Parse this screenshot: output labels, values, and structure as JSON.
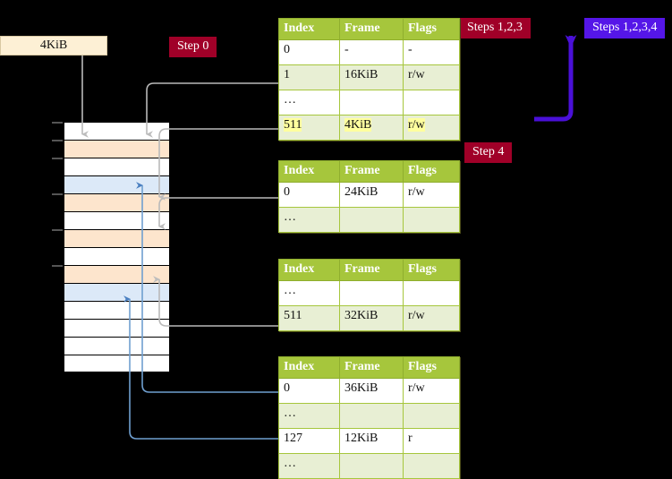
{
  "diagram": {
    "title": "Multi-level page table walk",
    "background_color": "#000000"
  },
  "labels": {
    "frame_box": "4KiB",
    "step0": "Step 0",
    "step4": "Step 4",
    "steps123": "Steps 1,2,3",
    "steps1234": "Steps 1,2,3,4"
  },
  "colors": {
    "badge_red": "#a00028",
    "badge_blue": "#5516e8",
    "table_header": "#a6c63c",
    "table_tint": "#e8efd4",
    "highlight": "#ffff9e",
    "cream": "#fdf0d5",
    "mem_peach": "#fde5cd",
    "mem_blue": "#dce9f8",
    "wire_gray": "#b0b0b0",
    "wire_blue": "#6f9fd0",
    "arrow_purple": "#4a10d8"
  },
  "tables": [
    {
      "name": "pml4-table",
      "columns": [
        "Index",
        "Frame",
        "Flags"
      ],
      "rows": [
        {
          "tint": false,
          "cells": [
            "0",
            "-",
            "-"
          ],
          "highlight": [
            false,
            false,
            false
          ]
        },
        {
          "tint": true,
          "cells": [
            "1",
            "16KiB",
            "r/w"
          ],
          "highlight": [
            false,
            false,
            false
          ]
        },
        {
          "tint": false,
          "cells": [
            "…",
            "",
            ""
          ],
          "highlight": [
            false,
            false,
            false
          ]
        },
        {
          "tint": true,
          "cells": [
            "511",
            "4KiB",
            "r/w"
          ],
          "highlight": [
            true,
            true,
            true
          ]
        }
      ]
    },
    {
      "name": "pdpt-table",
      "columns": [
        "Index",
        "Frame",
        "Flags"
      ],
      "rows": [
        {
          "tint": false,
          "cells": [
            "0",
            "24KiB",
            "r/w"
          ],
          "highlight": [
            false,
            false,
            false
          ]
        },
        {
          "tint": true,
          "cells": [
            "…",
            "",
            ""
          ],
          "highlight": [
            false,
            false,
            false
          ]
        }
      ]
    },
    {
      "name": "pd-table",
      "columns": [
        "Index",
        "Frame",
        "Flags"
      ],
      "rows": [
        {
          "tint": false,
          "cells": [
            "…",
            "",
            ""
          ],
          "highlight": [
            false,
            false,
            false
          ]
        },
        {
          "tint": true,
          "cells": [
            "511",
            "32KiB",
            "r/w"
          ],
          "highlight": [
            false,
            false,
            false
          ]
        }
      ]
    },
    {
      "name": "pt-table",
      "columns": [
        "Index",
        "Frame",
        "Flags"
      ],
      "rows": [
        {
          "tint": false,
          "cells": [
            "0",
            "36KiB",
            "r/w"
          ],
          "highlight": [
            false,
            false,
            false
          ]
        },
        {
          "tint": true,
          "cells": [
            "…",
            "",
            ""
          ],
          "highlight": [
            false,
            false,
            false
          ]
        },
        {
          "tint": false,
          "cells": [
            "127",
            "12KiB",
            "r"
          ],
          "highlight": [
            false,
            false,
            false
          ]
        },
        {
          "tint": true,
          "cells": [
            "…",
            "",
            ""
          ],
          "highlight": [
            false,
            false,
            false
          ]
        }
      ]
    }
  ],
  "memory": {
    "name": "physical-memory-column",
    "rows": [
      {
        "fill": "white",
        "tick": true
      },
      {
        "fill": "peach",
        "tick": true
      },
      {
        "fill": "white",
        "tick": true
      },
      {
        "fill": "blue",
        "tick": false
      },
      {
        "fill": "peach",
        "tick": true
      },
      {
        "fill": "white",
        "tick": false
      },
      {
        "fill": "peach",
        "tick": true
      },
      {
        "fill": "white",
        "tick": false
      },
      {
        "fill": "peach",
        "tick": true
      },
      {
        "fill": "blue",
        "tick": false
      },
      {
        "fill": "white",
        "tick": false
      },
      {
        "fill": "white",
        "tick": false
      },
      {
        "fill": "white",
        "tick": false
      },
      {
        "fill": "white",
        "tick": false
      }
    ]
  }
}
